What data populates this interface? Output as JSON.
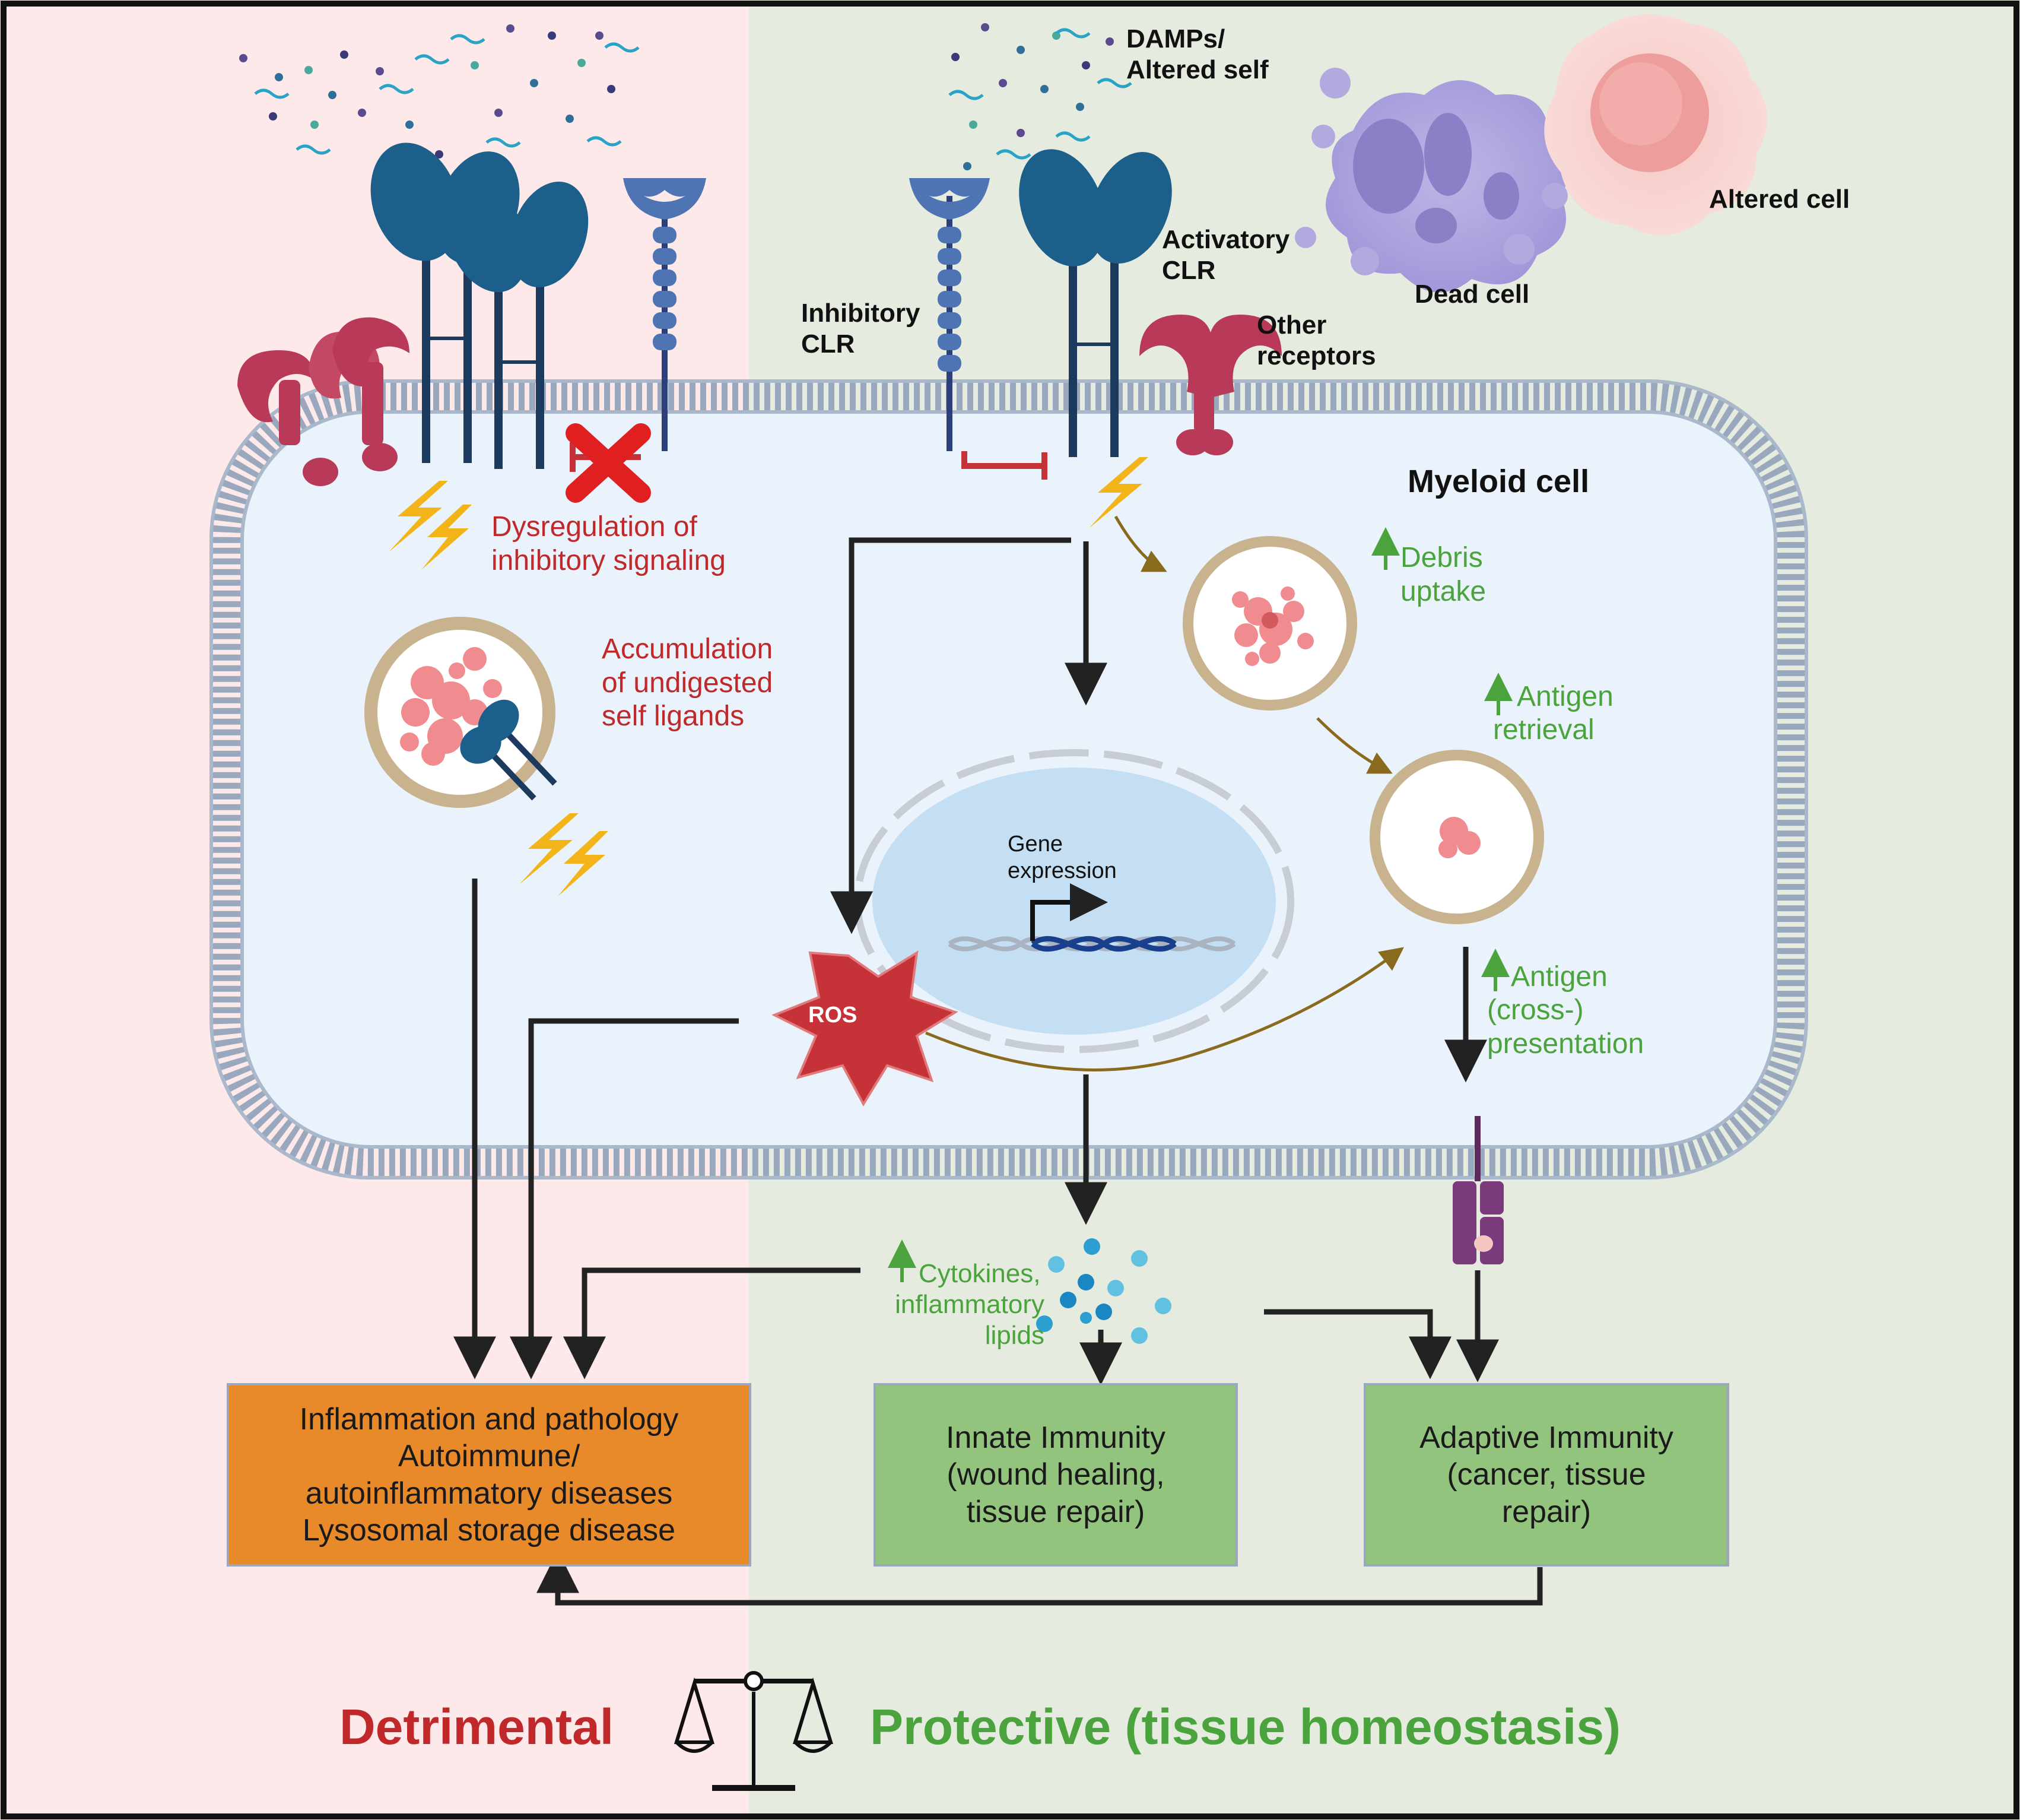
{
  "labels": {
    "damps_l1": "DAMPs/",
    "damps_l2": "Altered self",
    "altered_cell": "Altered cell",
    "dead_cell": "Dead cell",
    "activatory_l1": "Activatory",
    "activatory_l2": "CLR",
    "inhibitory_l1": "Inhibitory",
    "inhibitory_l2": "CLR",
    "other_l1": "Other",
    "other_l2": "receptors",
    "myeloid_cell": "Myeloid cell",
    "ros": "ROS",
    "gene_l1": "Gene",
    "gene_l2": "expression"
  },
  "detrimental_notes": {
    "dysregulation_l1": "Dysregulation of",
    "dysregulation_l2": "inhibitory signaling",
    "accumulation_l1": "Accumulation",
    "accumulation_l2": "of undigested",
    "accumulation_l3": "self ligands"
  },
  "protective_notes": {
    "debris_l1": "Debris",
    "debris_l2": "uptake",
    "retrieval_l1": "Antigen",
    "retrieval_l2": "retrieval",
    "presentation_l1": "Antigen",
    "presentation_l2": "(cross-)",
    "presentation_l3": "presentation",
    "cytokines_l1": "Cytokines,",
    "cytokines_l2": "inflammatory",
    "cytokines_l3": "lipids"
  },
  "outcomes": {
    "inflammation": {
      "line1": "Inflammation and pathology",
      "line2": "Autoimmune/",
      "line3": "autoinflammatory diseases",
      "line4": "Lysosomal storage disease"
    },
    "innate": {
      "line1": "Innate Immunity",
      "line2": "(wound healing,",
      "line3": "tissue repair)"
    },
    "adaptive": {
      "line1": "Adaptive Immunity",
      "line2": "(cancer, tissue",
      "line3": "repair)"
    }
  },
  "balance": {
    "detrimental": "Detrimental",
    "protective": "Protective (tissue homeostasis)"
  },
  "colors": {
    "detrimental_bg": "#fde9ea",
    "protective_bg": "#e5ecdf",
    "cell_fill": "#eaf3fb",
    "inflammation_box": "#e8892a",
    "immunity_box": "#93c47d",
    "red_text": "#c0282a",
    "green_text": "#4aa33c",
    "receptor_blue": "#1c5f8a",
    "inhibitory_blue": "#4f74b4",
    "other_receptor": "#b93a58",
    "lightning": "#f2b418",
    "ros_red": "#c53238",
    "golden_arrow": "#8a6a1c"
  }
}
